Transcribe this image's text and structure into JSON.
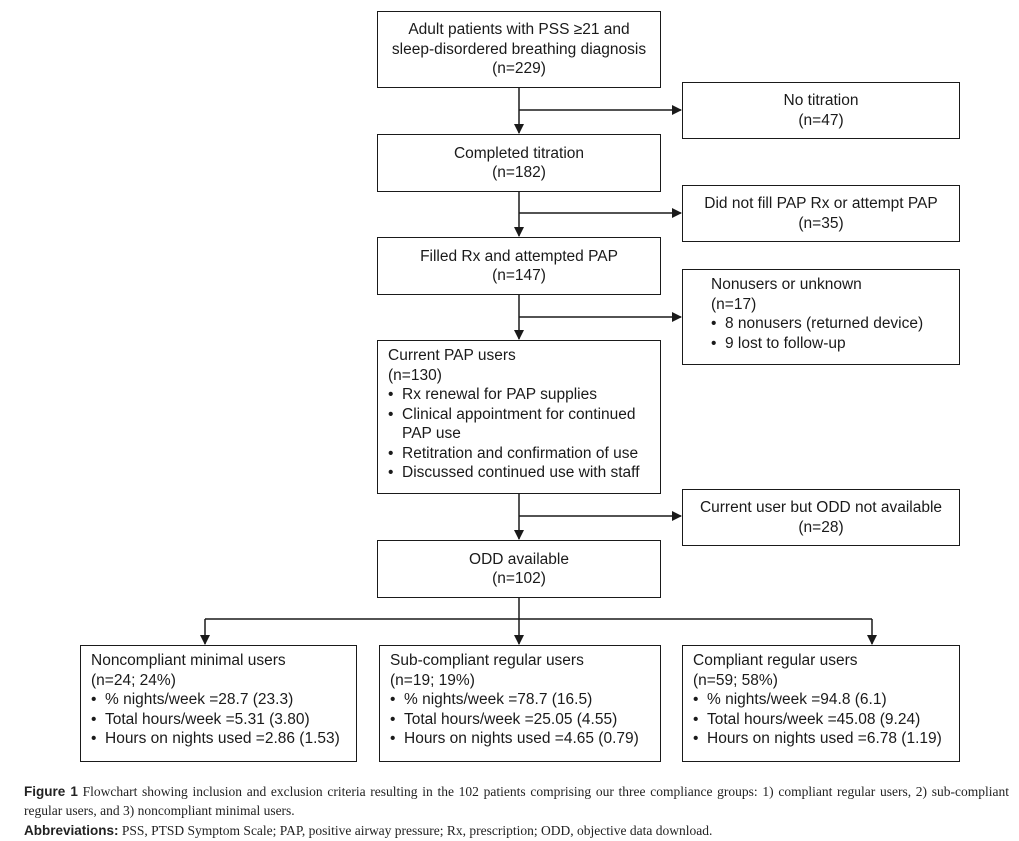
{
  "boxes": {
    "b1": {
      "lines": [
        "Adult patients with PSS ≥21 and",
        "sleep-disordered breathing diagnosis",
        "(n=229)"
      ]
    },
    "no_titration": {
      "lines": [
        "No titration",
        "(n=47)"
      ]
    },
    "b2": {
      "lines": [
        "Completed titration",
        "(n=182)"
      ]
    },
    "no_fill": {
      "lines": [
        "Did not fill PAP Rx or attempt PAP",
        "(n=35)"
      ]
    },
    "b3": {
      "lines": [
        "Filled Rx and attempted PAP",
        "(n=147)"
      ]
    },
    "nonusers": {
      "title": "Nonusers or unknown",
      "n": "(n=17)",
      "bullets": [
        "8 nonusers (returned device)",
        "9 lost to follow-up"
      ]
    },
    "b4": {
      "title": "Current PAP users",
      "n": "(n=130)",
      "bullets": [
        "Rx renewal for PAP supplies",
        "Clinical appointment for continued PAP use",
        "Retitration and confirmation of use",
        "Discussed continued use with staff"
      ]
    },
    "odd_na": {
      "lines": [
        "Current user but ODD not available",
        "(n=28)"
      ]
    },
    "b5": {
      "lines": [
        "ODD available",
        "(n=102)"
      ]
    },
    "g1": {
      "title": "Noncompliant minimal users",
      "n": "(n=24; 24%)",
      "bullets": [
        "% nights/week =28.7 (23.3)",
        "Total hours/week =5.31 (3.80)",
        "Hours on nights used =2.86 (1.53)"
      ]
    },
    "g2": {
      "title": "Sub-compliant regular users",
      "n": "(n=19; 19%)",
      "bullets": [
        "% nights/week =78.7 (16.5)",
        "Total hours/week =25.05 (4.55)",
        "Hours on nights used =4.65 (0.79)"
      ]
    },
    "g3": {
      "title": "Compliant regular users",
      "n": "(n=59; 58%)",
      "bullets": [
        "% nights/week =94.8 (6.1)",
        "Total hours/week =45.08 (9.24)",
        "Hours on nights used =6.78 (1.19)"
      ]
    }
  },
  "caption": {
    "figure_label": "Figure 1",
    "figure_text": "Flowchart showing inclusion and exclusion criteria resulting in the 102 patients comprising our three compliance groups: 1) compliant regular users, 2) sub-compliant regular users, and 3) noncompliant minimal users.",
    "abbrev_label": "Abbreviations:",
    "abbrev_text": "PSS, PTSD Symptom Scale; PAP, positive airway pressure; Rx, prescription; ODD, objective data download."
  }
}
